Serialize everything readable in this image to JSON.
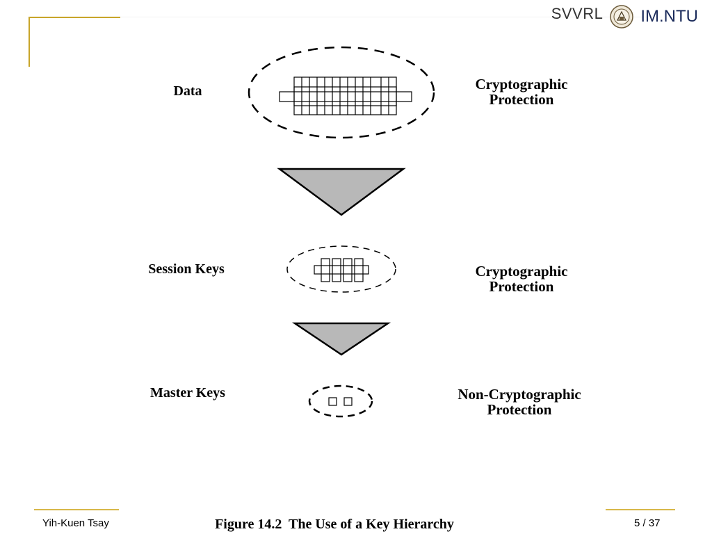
{
  "header": {
    "brand_left": "SVVRL",
    "brand_right": "IM.NTU"
  },
  "diagram": {
    "levels": [
      {
        "name": "Data",
        "protection_line1": "Cryptographic",
        "protection_line2": "Protection"
      },
      {
        "name": "Session Keys",
        "protection_line1": "Cryptographic",
        "protection_line2": "Protection"
      },
      {
        "name": "Master Keys",
        "protection_line1": "Non-Cryptographic",
        "protection_line2": "Protection"
      }
    ],
    "caption": "Figure 14.2  The Use of a Key Hierarchy",
    "colors": {
      "arrow_fill": "#b8b8b8",
      "accent": "#c8a52a"
    }
  },
  "footer": {
    "author": "Yih-Kuen Tsay",
    "page": "5 / 37"
  }
}
